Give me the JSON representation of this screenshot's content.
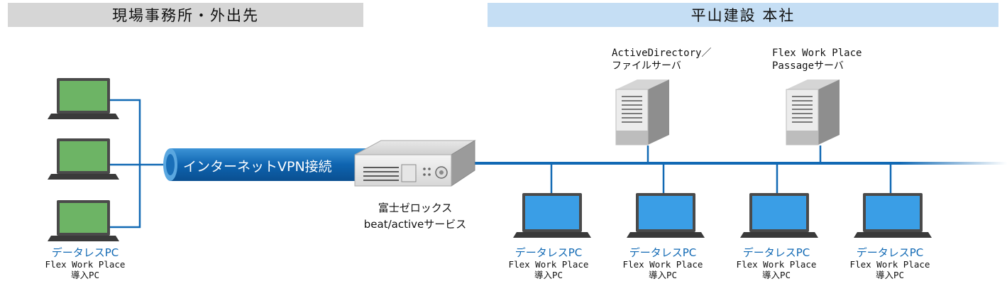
{
  "headers": {
    "left": "現場事務所・外出先",
    "right": "平山建設 本社"
  },
  "vpn_label": "インターネットVPN接続",
  "beat": {
    "line1": "富士ゼロックス",
    "line2": "beat/activeサービス"
  },
  "servers": [
    {
      "line1": "ActiveDirectory／",
      "line2": "ファイルサーバ"
    },
    {
      "line1": "Flex Work Place",
      "line2": "Passageサーバ"
    }
  ],
  "pc_label": {
    "title": "データレスPC",
    "line2": "Flex Work Place",
    "line3": "導入PC"
  },
  "colors": {
    "network_line": "#1169b4",
    "pc_screen_left": "#6db465",
    "pc_screen_right": "#3a9ee6",
    "header_left_bg": "#d6d6d6",
    "header_right_bg": "#c5def4"
  }
}
